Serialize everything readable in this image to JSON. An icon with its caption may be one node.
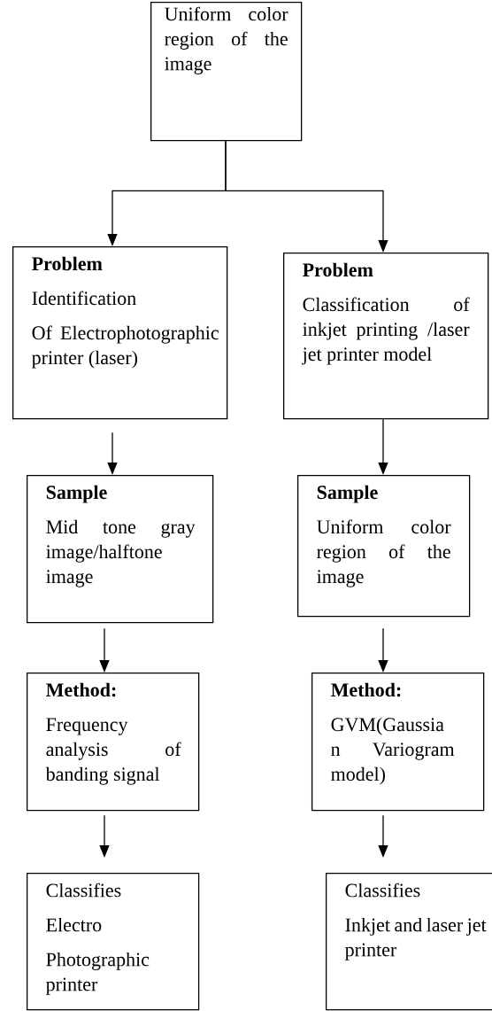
{
  "diagram": {
    "nodes": [
      {
        "text": [
          "Uniform color region of the image"
        ]
      },
      {
        "text": [
          "Problem",
          "Identification",
          "Of Electrophotographic printer (laser)"
        ]
      },
      {
        "text": [
          "Problem",
          "Classification of inkjet printing /laser jet printer model"
        ]
      },
      {
        "text": [
          "Sample",
          "Mid tone gray image/halftone image"
        ]
      },
      {
        "text": [
          "Sample",
          "Uniform color region of the image"
        ]
      },
      {
        "text": [
          "Method:",
          "Frequency analysis of banding signal"
        ]
      },
      {
        "text": [
          "Method:",
          "GVM(Gaussia n Variogram model)"
        ]
      },
      {
        "text": [
          "Classifies",
          "Electro",
          "Photographic printer"
        ]
      },
      {
        "text": [
          "Classifies",
          "Inkjet and laser jet printer"
        ]
      }
    ],
    "edges": [
      {
        "from": 0,
        "to": 1,
        "arrow": "to"
      },
      {
        "from": 0,
        "to": 2,
        "arrow": "to"
      },
      {
        "from": 1,
        "to": 3,
        "arrow": "to"
      },
      {
        "from": 2,
        "to": 4,
        "arrow": "to"
      },
      {
        "from": 3,
        "to": 5,
        "arrow": "to"
      },
      {
        "from": 4,
        "to": 6,
        "arrow": "to"
      },
      {
        "from": 5,
        "to": 7,
        "arrow": "to"
      },
      {
        "from": 6,
        "to": 8,
        "arrow": "to"
      }
    ]
  }
}
